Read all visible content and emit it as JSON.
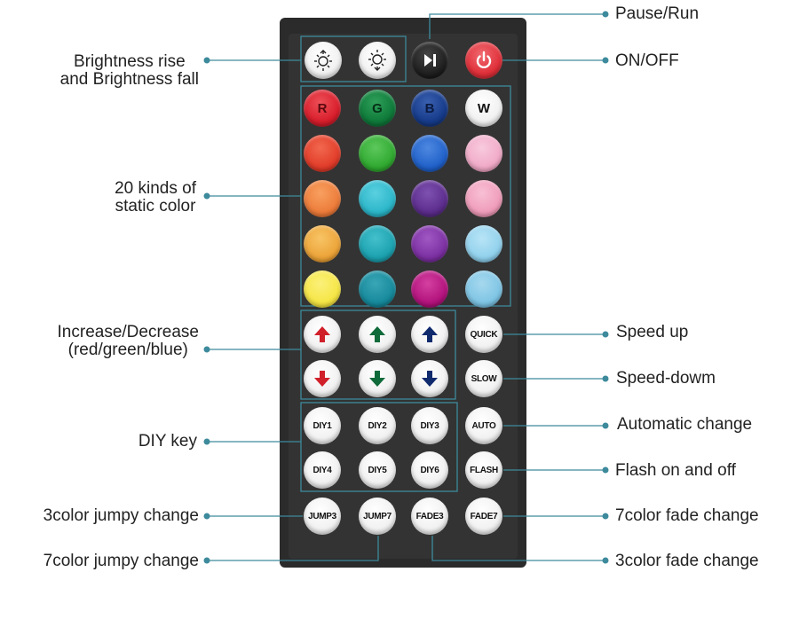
{
  "labels": {
    "brightness": "Brightness rise\nand Brightness fall",
    "static_color": "20 kinds of\nstatic color",
    "increase_decrease": "Increase/Decrease\n(red/green/blue)",
    "diy_key": "DIY key",
    "jump3": "3color jumpy change",
    "jump7": "7color jumpy change",
    "pause_run": "Pause/Run",
    "on_off": "ON/OFF",
    "speed_up": "Speed up",
    "speed_down": "Speed-dowm",
    "auto": "Automatic change",
    "flash": "Flash on and off",
    "fade7": "7color fade change",
    "fade3": "3color fade change"
  },
  "buttons": {
    "r": "R",
    "g": "G",
    "b": "B",
    "w": "W",
    "quick": "QUICK",
    "slow": "SLOW",
    "auto": "AUTO",
    "flash": "FLASH",
    "diy1": "DIY1",
    "diy2": "DIY2",
    "diy3": "DIY3",
    "diy4": "DIY4",
    "diy5": "DIY5",
    "diy6": "DIY6",
    "jump3": "JUMP3",
    "jump7": "JUMP7",
    "fade3": "FADE3",
    "fade7": "FADE7"
  },
  "colors": {
    "remote_body": "#2b2b2b",
    "line": "#3d8a9c",
    "red": "#d0202a",
    "green": "#0f6b3a",
    "blue": "#102a6e",
    "power": "#e0303a",
    "grid": [
      [
        "#d81e2c",
        "#0f7a3a",
        "#163b8a",
        "#ffffff"
      ],
      [
        "#e03a28",
        "#2ea82e",
        "#1e5fc8",
        "#f0a8c6"
      ],
      [
        "#ec7a38",
        "#29b5c8",
        "#5a2b8a",
        "#ef9ab8"
      ],
      [
        "#eba236",
        "#1aa0ae",
        "#7a2ea0",
        "#8fd0ec"
      ],
      [
        "#f5e542",
        "#14889a",
        "#b0107a",
        "#7cc4e4"
      ]
    ]
  },
  "icons": {
    "brightness_up": "sun-up-icon",
    "brightness_down": "sun-down-icon",
    "play_pause": "play-pause-icon",
    "power": "power-icon"
  }
}
